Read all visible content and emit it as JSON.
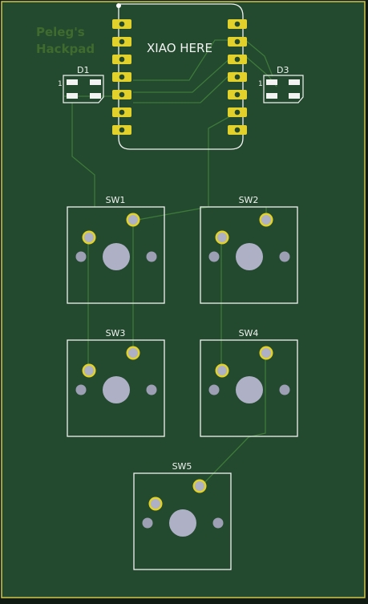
{
  "board": {
    "brand_line1": "Peleg's",
    "brand_line2": "Hackpad",
    "module_label": "XIAO HERE",
    "colors": {
      "substrate": "#234a2e",
      "edge": "#cfc64a",
      "trace": "#3d7a3a",
      "silkscreen": "#f2f2f2",
      "pad_gold": "#e2d12a",
      "hole": "#aeb0c6"
    }
  },
  "leds": [
    {
      "ref": "D1",
      "pin1": "1"
    },
    {
      "ref": "D3",
      "pin1": "1"
    }
  ],
  "switches": [
    {
      "ref": "SW1"
    },
    {
      "ref": "SW2"
    },
    {
      "ref": "SW3"
    },
    {
      "ref": "SW4"
    },
    {
      "ref": "SW5"
    }
  ]
}
